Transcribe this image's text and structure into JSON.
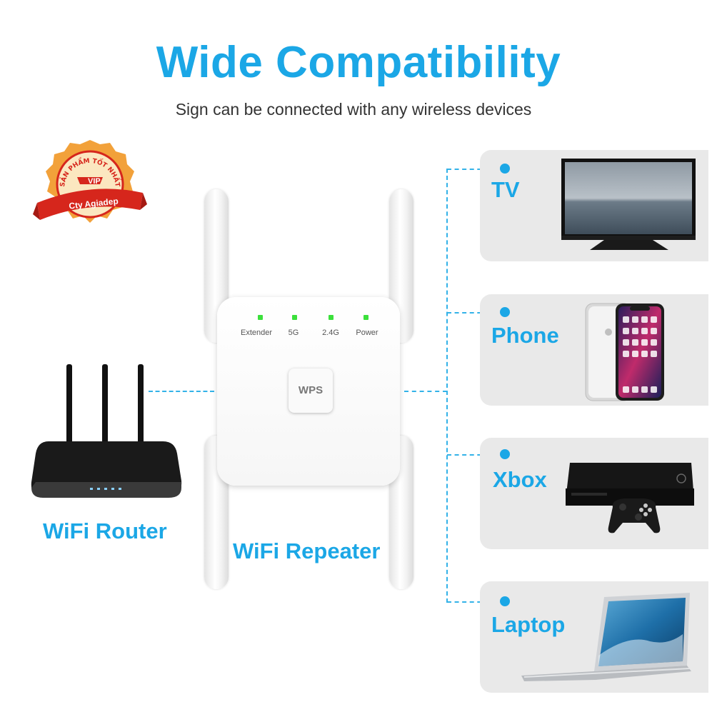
{
  "header": {
    "title": "Wide Compatibility",
    "subtitle": "Sign can be connected with any wireless devices"
  },
  "badge": {
    "arc_text": "SẢN PHẨM TỐT NHẤT",
    "vip": "VIP",
    "company": "Cty Agiadep",
    "colors": {
      "red": "#d6261c",
      "gold": "#f2a13a"
    }
  },
  "router": {
    "label": "WiFi Router"
  },
  "repeater": {
    "label": "WiFi Repeater",
    "indicators": [
      "Extender",
      "5G",
      "2.4G",
      "Power"
    ],
    "wps_label": "WPS"
  },
  "devices": [
    {
      "label": "TV",
      "icon": "tv-icon"
    },
    {
      "label": "Phone",
      "icon": "phone-icon"
    },
    {
      "label": "Xbox",
      "icon": "xbox-icon"
    },
    {
      "label": "Laptop",
      "icon": "laptop-icon"
    }
  ],
  "colors": {
    "accent": "#1ba7e6",
    "card_bg": "#e9e9e9",
    "led": "#3be03b"
  }
}
